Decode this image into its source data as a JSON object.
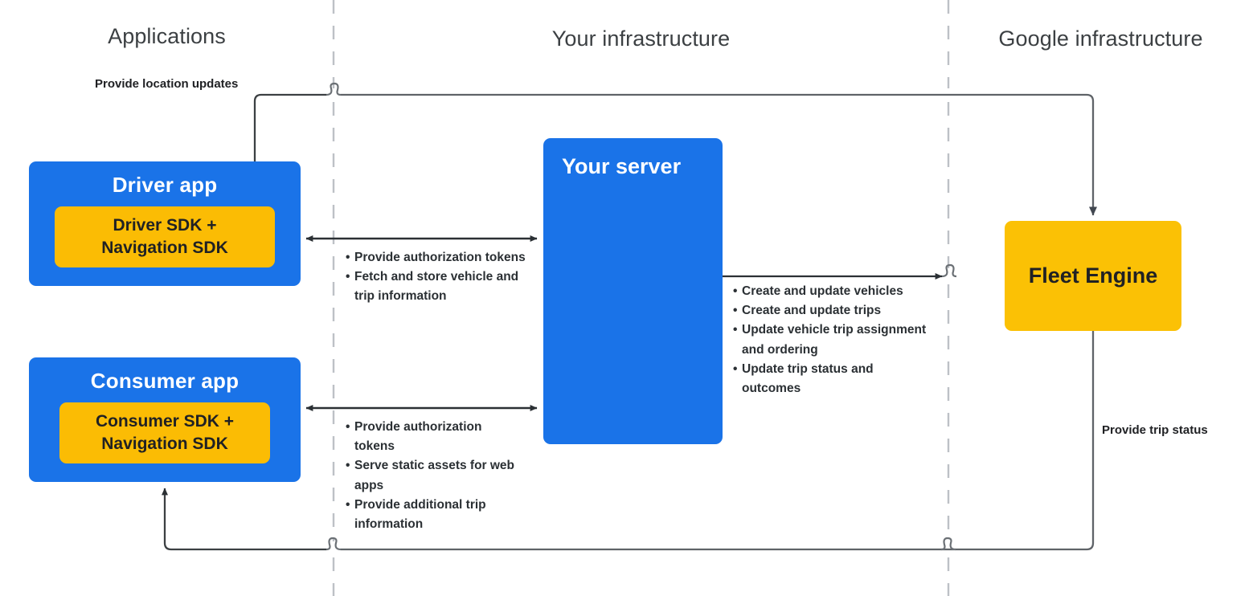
{
  "zones": [
    {
      "id": "applications",
      "label": "Applications"
    },
    {
      "id": "your-infrastructure",
      "label": "Your infrastructure"
    },
    {
      "id": "google-infrastructure",
      "label": "Google infrastructure"
    }
  ],
  "nodes": {
    "driver_app": {
      "title": "Driver app",
      "sdk": "Driver SDK +\nNavigation SDK",
      "sdk_line1": "Driver SDK +",
      "sdk_line2": "Navigation SDK"
    },
    "consumer_app": {
      "title": "Consumer app",
      "sdk_line1": "Consumer SDK +",
      "sdk_line2": "Navigation SDK"
    },
    "your_server": {
      "title": "Your server"
    },
    "fleet_engine": {
      "title": "Fleet Engine"
    }
  },
  "edges": {
    "location_updates": {
      "label": "Provide location updates"
    },
    "trip_status": {
      "label": "Provide trip status"
    },
    "driver_to_server": {
      "bullets": [
        "Provide authorization tokens",
        "Fetch and store vehicle and trip information"
      ]
    },
    "consumer_to_server": {
      "bullets": [
        "Provide authorization tokens",
        "Serve static assets for web apps",
        "Provide additional trip information"
      ]
    },
    "server_to_engine": {
      "bullets": [
        "Create and update vehicles",
        "Create and update trips",
        "Update vehicle trip assignment and ordering",
        "Update trip status and outcomes"
      ]
    }
  },
  "colors": {
    "app_blue": "#1a73e8",
    "sdk_yellow": "#fbbc04",
    "engine_yellow": "#fbc105",
    "text_dark": "#202124",
    "header_gray": "#3c4043",
    "wire_gray": "#5f6368",
    "divider_gray": "#bdc1c6"
  }
}
